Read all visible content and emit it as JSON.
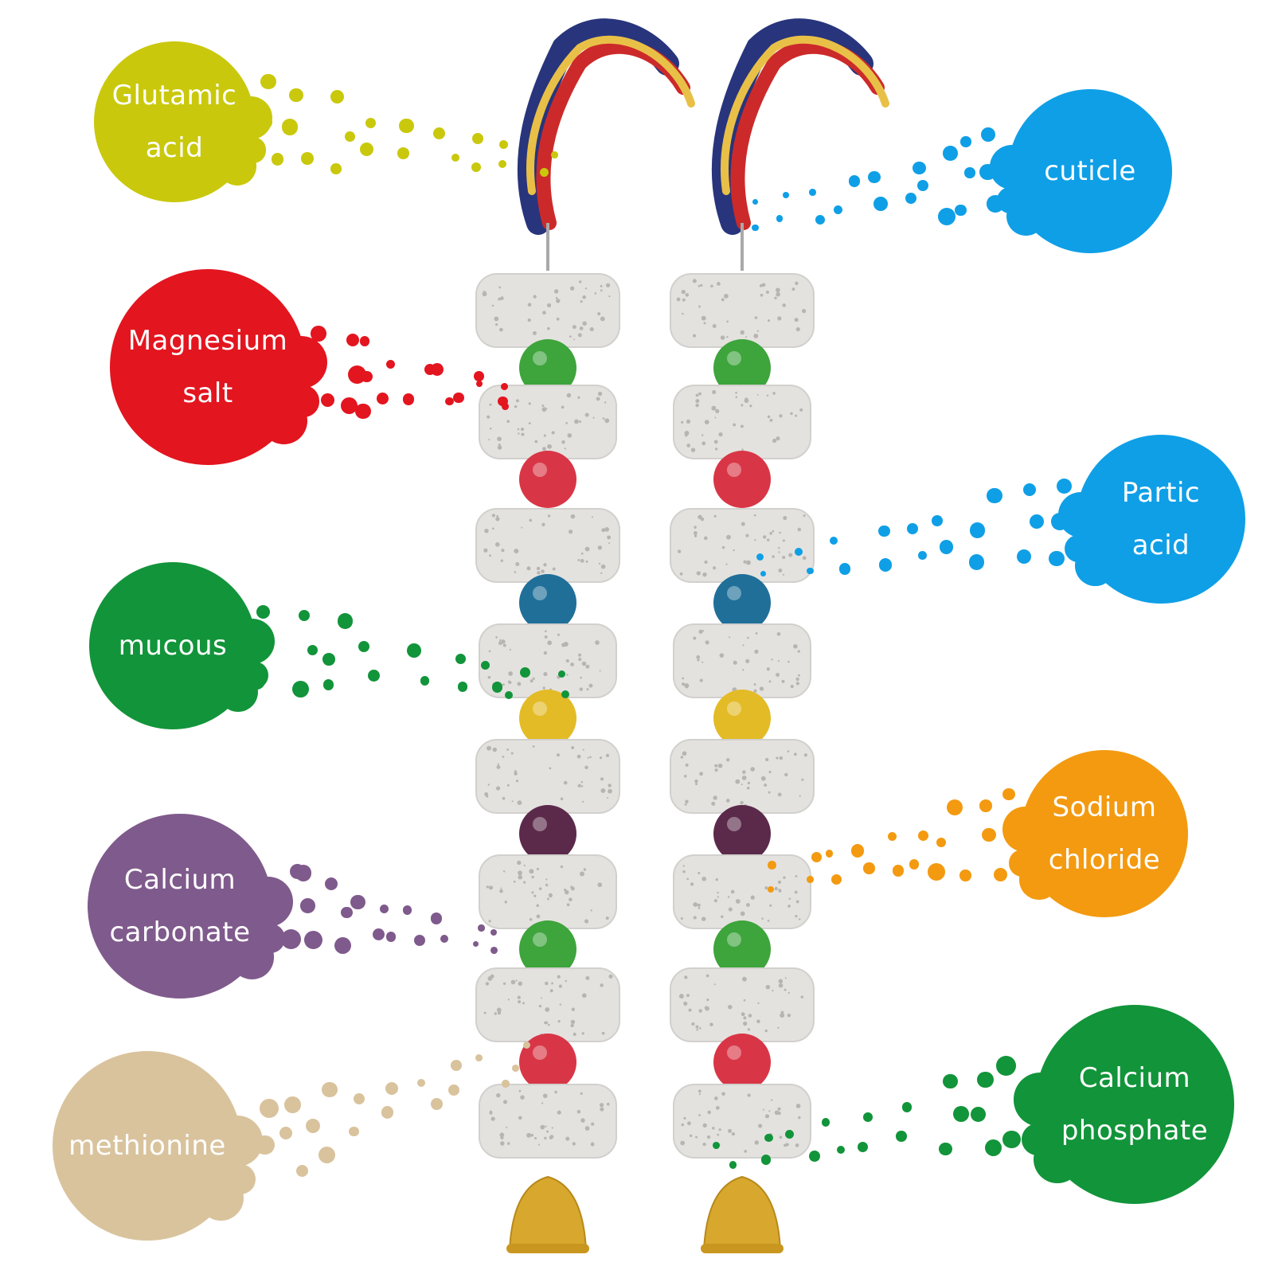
{
  "colors": {
    "yellow": "#c9c80c",
    "red": "#e3151f",
    "green": "#12943a",
    "purple": "#7f5a8c",
    "tan": "#d9c39d",
    "blue": "#0f9fe6",
    "orange": "#f39a11",
    "stone": "#e4e2df",
    "stone_speckle": "#b7b5b2",
    "rope_red": "#cc2a2a",
    "rope_blue": "#28357c",
    "rope_yellow": "#e9c047",
    "bell": "#d7a82d",
    "wire": "#a9a9a9"
  },
  "labels": {
    "glutamic_acid": {
      "line1": "Glutamic",
      "line2": "acid"
    },
    "magnesium_salt": {
      "line1": "Magnesium",
      "line2": "salt"
    },
    "mucous": {
      "line1": "mucous"
    },
    "calcium_carbonate": {
      "line1": "Calcium",
      "line2": "carbonate"
    },
    "methionine": {
      "line1": "methionine"
    },
    "cuticle": {
      "line1": "cuticle"
    },
    "partic_acid": {
      "line1": "Partic",
      "line2": "acid"
    },
    "sodium_chloride": {
      "line1": "Sodium",
      "line2": "chloride"
    },
    "calcium_phosphate": {
      "line1": "Calcium",
      "line2": "phosphate"
    }
  },
  "product": {
    "strand_count": 2,
    "stones_per_strand": 8,
    "bead_colors": [
      "green",
      "red",
      "blue",
      "yellow",
      "purple",
      "green",
      "red"
    ]
  },
  "icons": [
    "rope-knot-icon",
    "pumice-stone-icon",
    "wooden-bead-icon",
    "bell-icon"
  ]
}
